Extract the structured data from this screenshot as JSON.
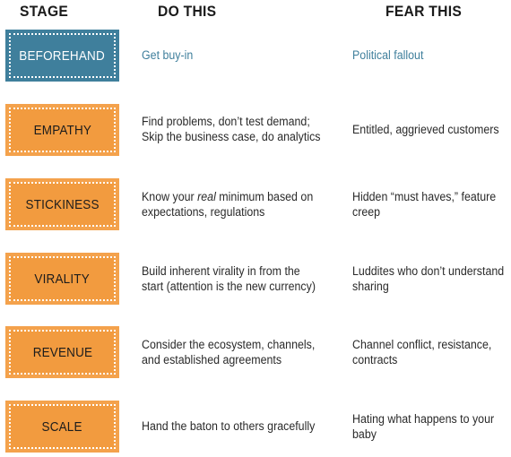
{
  "headers": {
    "stage": "STAGE",
    "do_this": "DO THIS",
    "fear_this": "FEAR THIS"
  },
  "rows": [
    {
      "stage": "BEFOREHAND",
      "do_line1": "Get buy-in",
      "do_line2": "",
      "fear_line1": "Political fallout",
      "fear_line2": ""
    },
    {
      "stage": "EMPATHY",
      "do_line1": "Find problems, don’t test demand;",
      "do_line2": "Skip the business case, do analytics",
      "fear_line1": "Entitled, aggrieved customers",
      "fear_line2": ""
    },
    {
      "stage": "STICKINESS",
      "do_line1_pre": "Know your ",
      "do_line1_em": "real",
      "do_line1_post": " minimum based on",
      "do_line2": "expectations, regulations",
      "fear_line1": "Hidden “must haves,” feature",
      "fear_line2": "creep"
    },
    {
      "stage": "VIRALITY",
      "do_line1": "Build inherent virality in from the",
      "do_line2": "start (attention is the new currency)",
      "fear_line1": "Luddites who don’t understand",
      "fear_line2": "sharing"
    },
    {
      "stage": "REVENUE",
      "do_line1": "Consider the ecosystem, channels,",
      "do_line2": "and established agreements",
      "fear_line1": "Channel conflict, resistance,",
      "fear_line2": "contracts"
    },
    {
      "stage": "SCALE",
      "do_line1": "Hand the baton to others gracefully",
      "do_line2": "",
      "fear_line1": "Hating what happens to your",
      "fear_line2": "baby"
    }
  ],
  "colors": {
    "orange": "#f29b3f",
    "blue": "#3f7f9c"
  }
}
